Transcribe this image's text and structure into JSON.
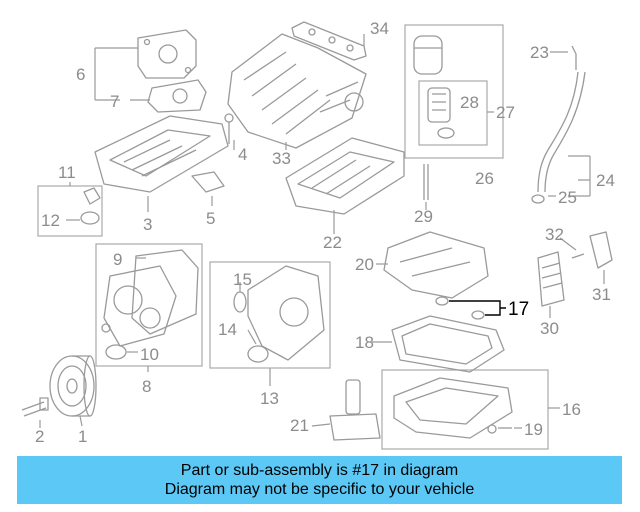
{
  "callouts": {
    "c1": "1",
    "c2": "2",
    "c3": "3",
    "c4": "4",
    "c5": "5",
    "c6": "6",
    "c7": "7",
    "c8": "8",
    "c9": "9",
    "c10": "10",
    "c11": "11",
    "c12": "12",
    "c13": "13",
    "c14": "14",
    "c15": "15",
    "c16": "16",
    "c17": "17",
    "c18": "18",
    "c19": "19",
    "c20": "20",
    "c21": "21",
    "c22": "22",
    "c23": "23",
    "c24": "24",
    "c25": "25",
    "c26": "26",
    "c27": "27",
    "c28": "28",
    "c29": "29",
    "c30": "30",
    "c31": "31",
    "c32": "32",
    "c33": "33",
    "c34": "34"
  },
  "highlight_color": "#000000",
  "banner": {
    "line1": "Part or sub-assembly is #17 in diagram",
    "line2": "Diagram may not be specific to your vehicle",
    "color": "#5cc8f5"
  }
}
